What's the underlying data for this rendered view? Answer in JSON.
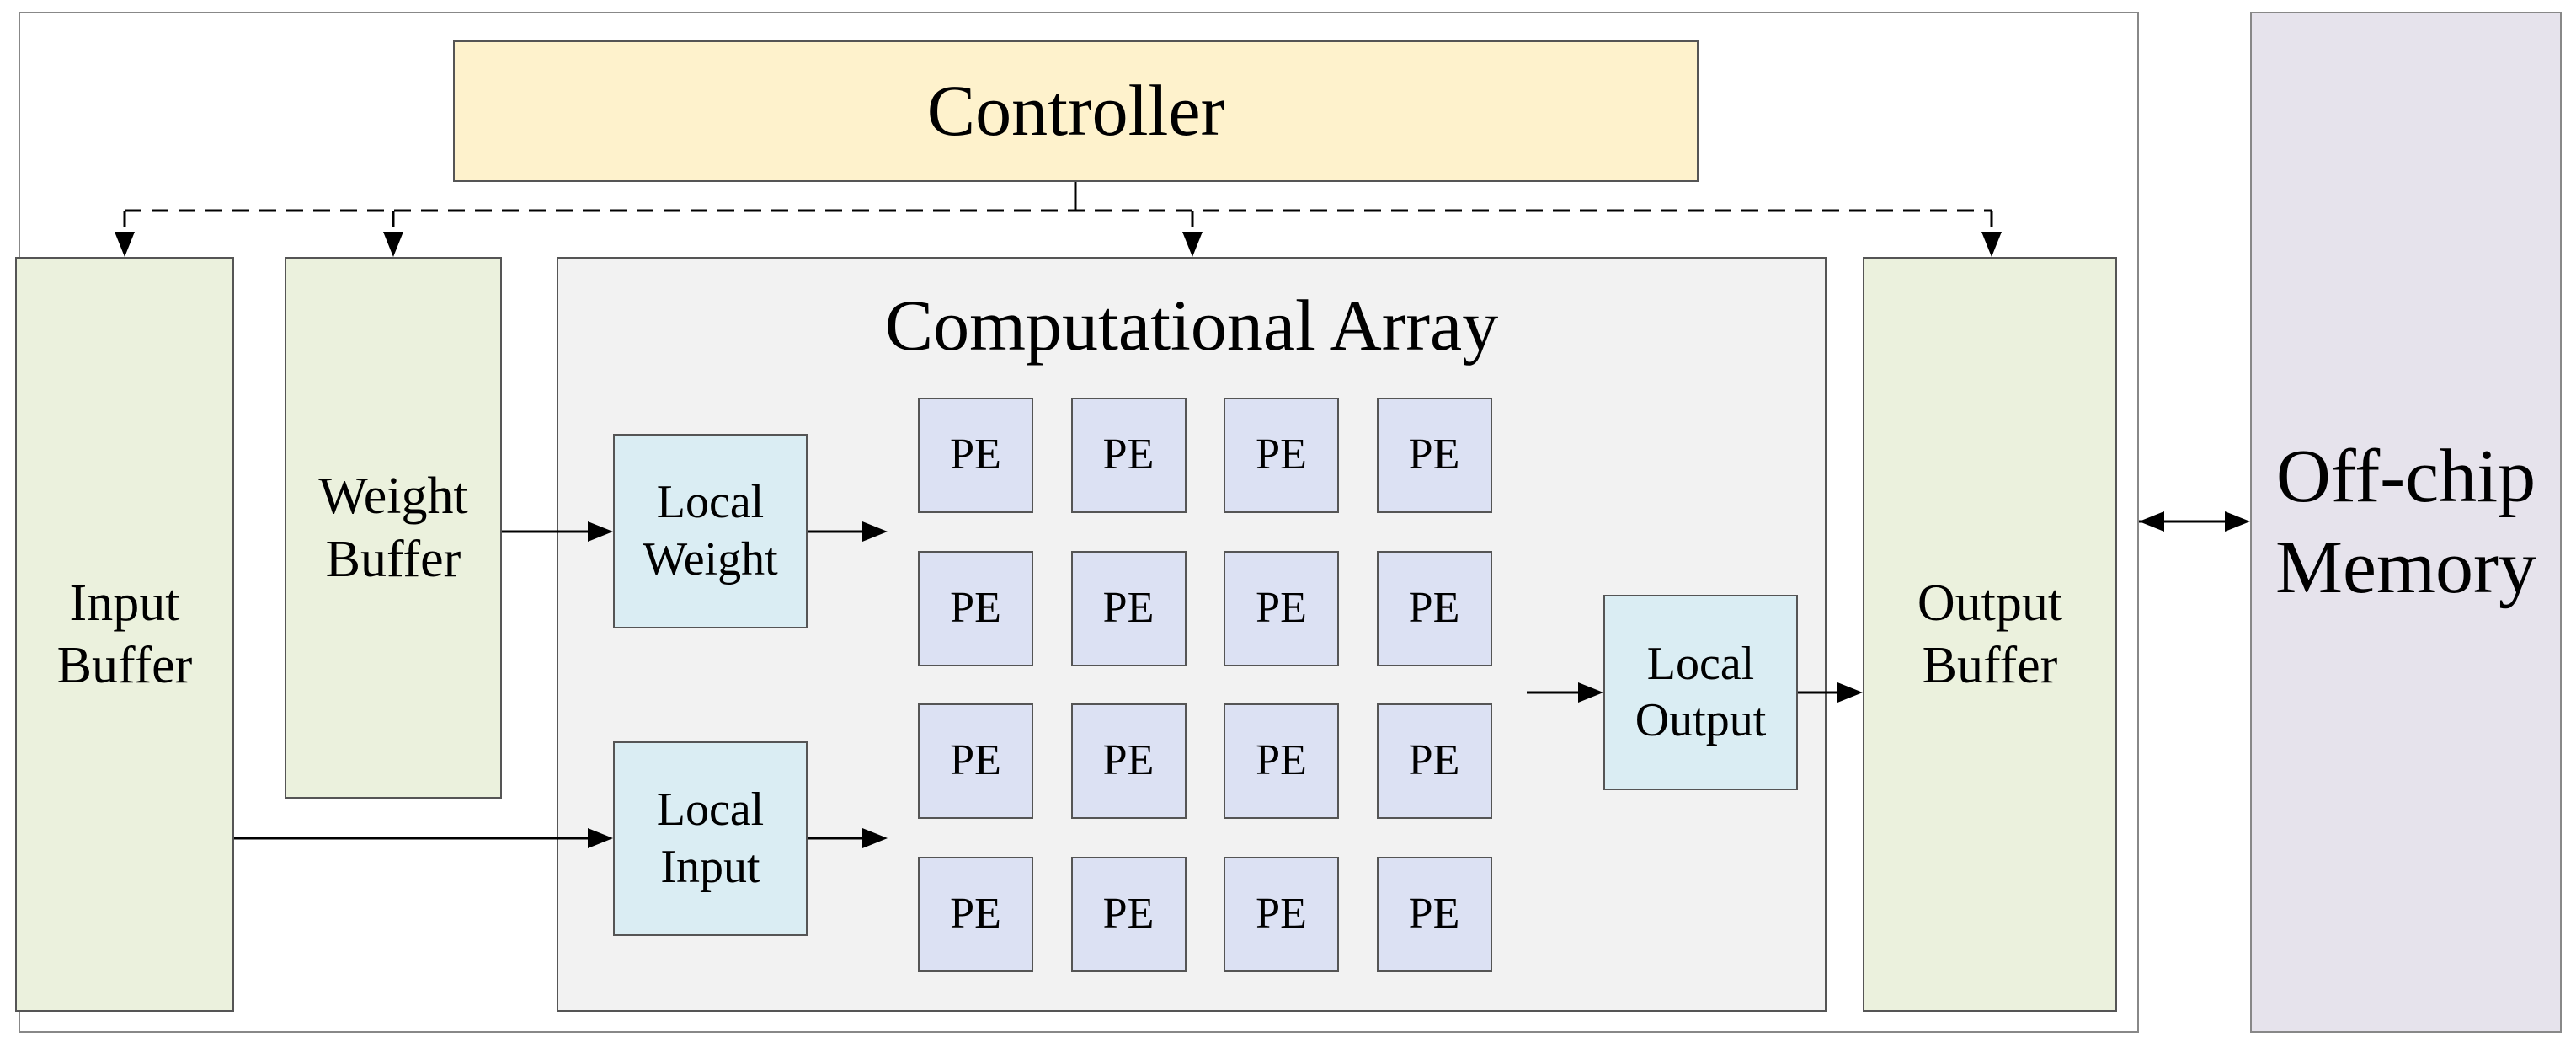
{
  "diagram": {
    "colors": {
      "controller": "#fef2cc",
      "buffer": "#ebf1dd",
      "array": "#f2f2f2",
      "local": "#daedf3",
      "pe": "#dce1f3",
      "memory": "#e6e3ec",
      "chip": "#ffffff",
      "line": "#000000"
    },
    "controller": "Controller",
    "input_buffer": "Input\nBuffer",
    "weight_buffer": "Weight\nBuffer",
    "array_title": "Computational Array",
    "local_weight": "Local\nWeight",
    "local_input": "Local\nInput",
    "local_output": "Local\nOutput",
    "output_buffer": "Output\nBuffer",
    "offchip_memory": "Off-chip\nMemory",
    "pe_label": "PE",
    "pe_grid": {
      "rows": 4,
      "cols": 4
    }
  }
}
